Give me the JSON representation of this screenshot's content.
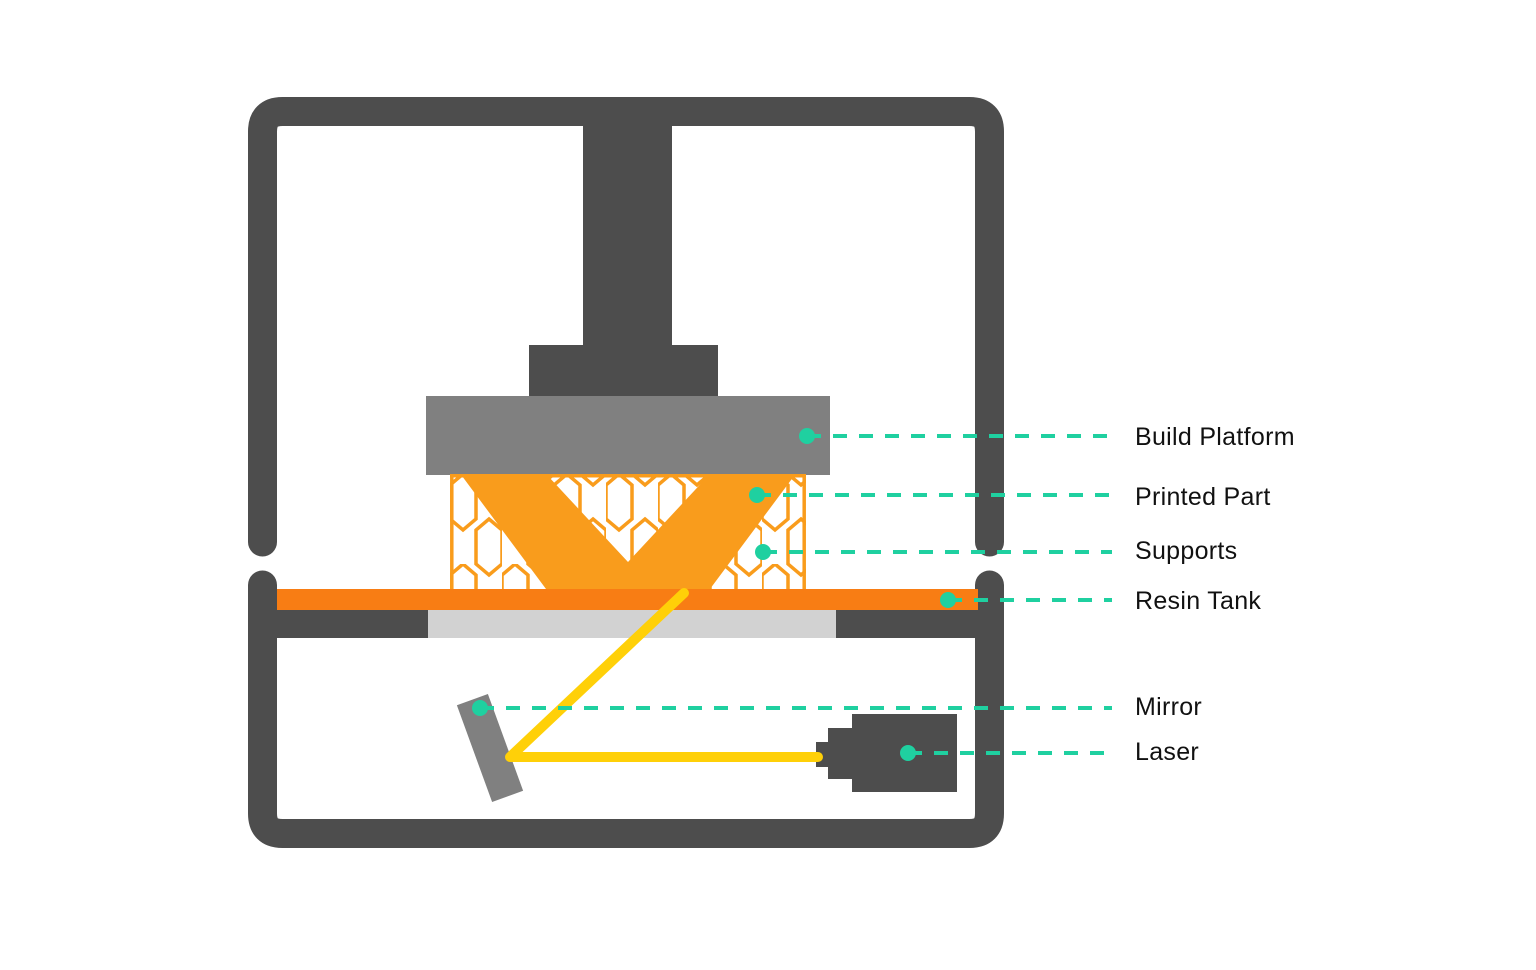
{
  "diagram": {
    "subject": "SLA 3D printer cross-section",
    "component_names": [
      "printer-frame",
      "z-axis-column",
      "build-platform",
      "printed-part",
      "supports",
      "resin-tank",
      "mirror",
      "laser",
      "laser-beam"
    ]
  },
  "colors": {
    "frame": "#4D4D4D",
    "platform": "#808080",
    "mirror": "#808080",
    "part_orange": "#F99C1C",
    "tank_orange": "#F87D14",
    "window_gray": "#D2D2D2",
    "beam_yellow": "#FFD008",
    "accent_teal": "#1FD0A0",
    "label_text": "#111111"
  },
  "labels": [
    {
      "id": "build-platform",
      "text": "Build Platform"
    },
    {
      "id": "printed-part",
      "text": "Printed Part"
    },
    {
      "id": "supports",
      "text": "Supports"
    },
    {
      "id": "resin-tank",
      "text": "Resin Tank"
    },
    {
      "id": "mirror",
      "text": "Mirror"
    },
    {
      "id": "laser",
      "text": "Laser"
    }
  ]
}
